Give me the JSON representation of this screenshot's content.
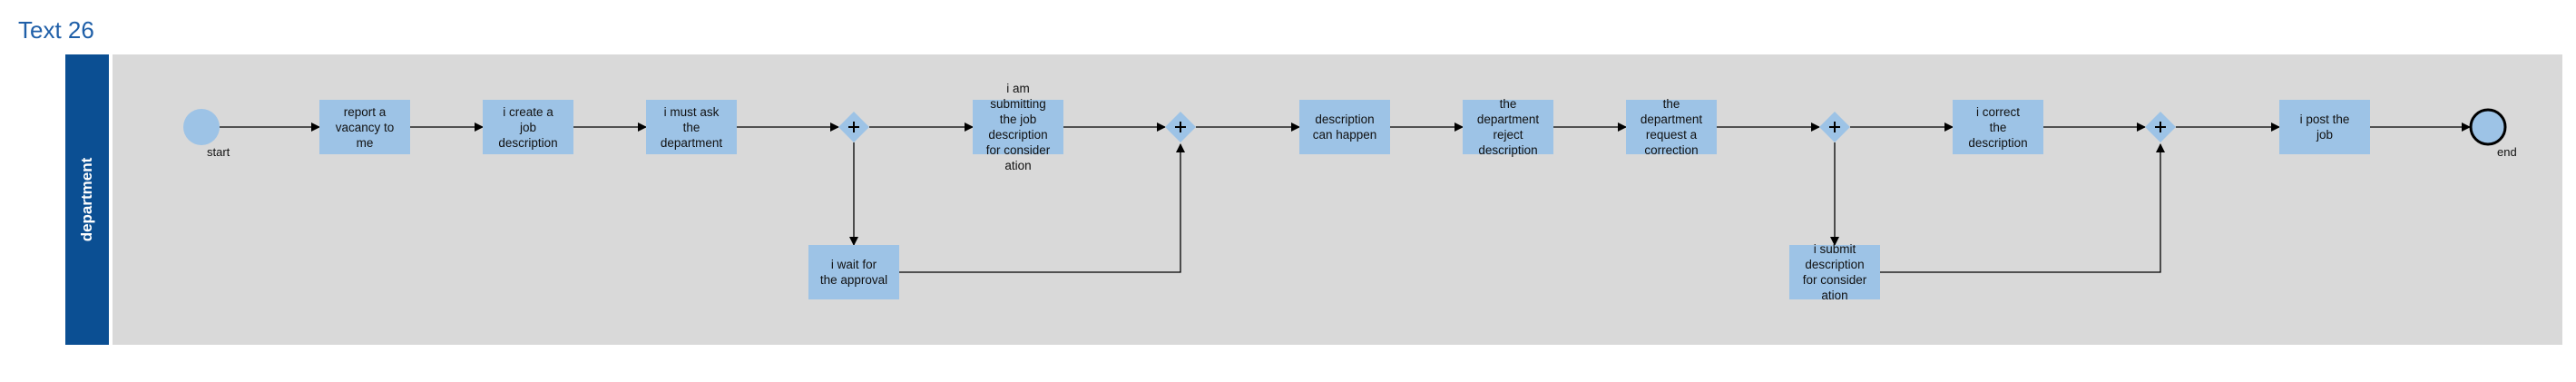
{
  "title": "Text 26",
  "lane": {
    "label": "department"
  },
  "events": {
    "start": {
      "label": "start"
    },
    "end": {
      "label": "end"
    }
  },
  "tasks": {
    "report_vacancy": "report a\nvacancy to\nme",
    "create_description": "i create a\njob\ndescription",
    "ask_department": "i must ask\nthe\ndepartment",
    "submitting_description": "i am\nsubmitting\nthe job\ndescription\nfor consider\nation",
    "wait_approval": "i wait for\nthe approval",
    "description_happen": "description\ncan happen",
    "department_reject": "the\ndepartment\nreject\ndescription",
    "department_request": "the\ndepartment\nrequest a\ncorrection",
    "submit_description": "i submit\ndescription\nfor consider\nation",
    "correct_description": "i correct\nthe\ndescription",
    "post_job": "i post the\njob"
  },
  "colors": {
    "task_fill": "#9dc3e6",
    "lane_header": "#0b4f93",
    "lane_body": "#d9d9d9",
    "title": "#1f5fa8"
  }
}
